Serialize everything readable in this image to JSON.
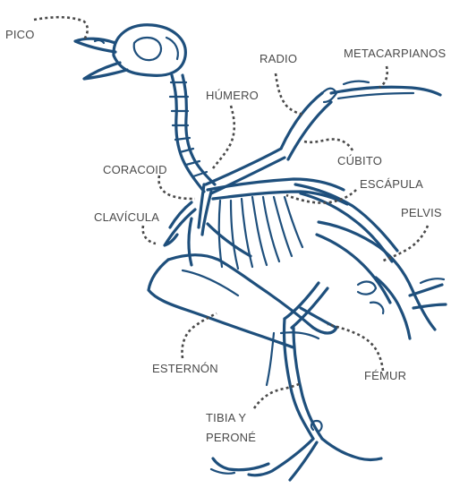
{
  "diagram": {
    "colors": {
      "bone": "#1e4f7c",
      "label": "#4a4a4a",
      "leader": "#4a4a4a",
      "background": "#ffffff"
    },
    "labels": {
      "pico": "PICO",
      "radio": "RADIO",
      "metacarpianos": "METACARPIANOS",
      "humero": "HÚMERO",
      "cubito": "CÚBITO",
      "coracoid": "CORACOID",
      "escapula": "ESCÁPULA",
      "clavicula": "CLAVÍCULA",
      "pelvis": "PELVIS",
      "esternon": "ESTERNÓN",
      "femur": "FÉMUR",
      "tibia_line1": "TIBIA Y",
      "tibia_line2": "PERONÉ"
    }
  }
}
